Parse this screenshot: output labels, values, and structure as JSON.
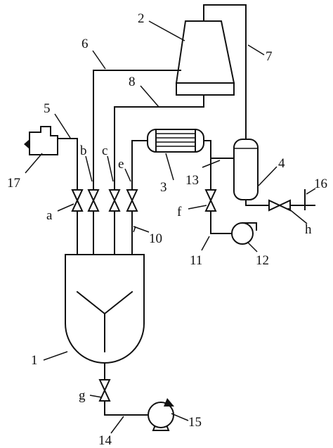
{
  "labels": {
    "reactor": "1",
    "cooling_tower": "2",
    "heat_exchanger": "3",
    "separator": "4",
    "line_5": "5",
    "line_6": "6",
    "line_7": "7",
    "line_8": "8",
    "line_10": "10",
    "line_11": "11",
    "pump_12": "12",
    "line_13": "13",
    "line_14": "14",
    "pump_15": "15",
    "line_16": "16",
    "feeder_17": "17",
    "valve_a": "a",
    "valve_b": "b",
    "valve_c": "c",
    "valve_e": "e",
    "valve_f": "f",
    "valve_g": "g",
    "valve_h": "h"
  }
}
